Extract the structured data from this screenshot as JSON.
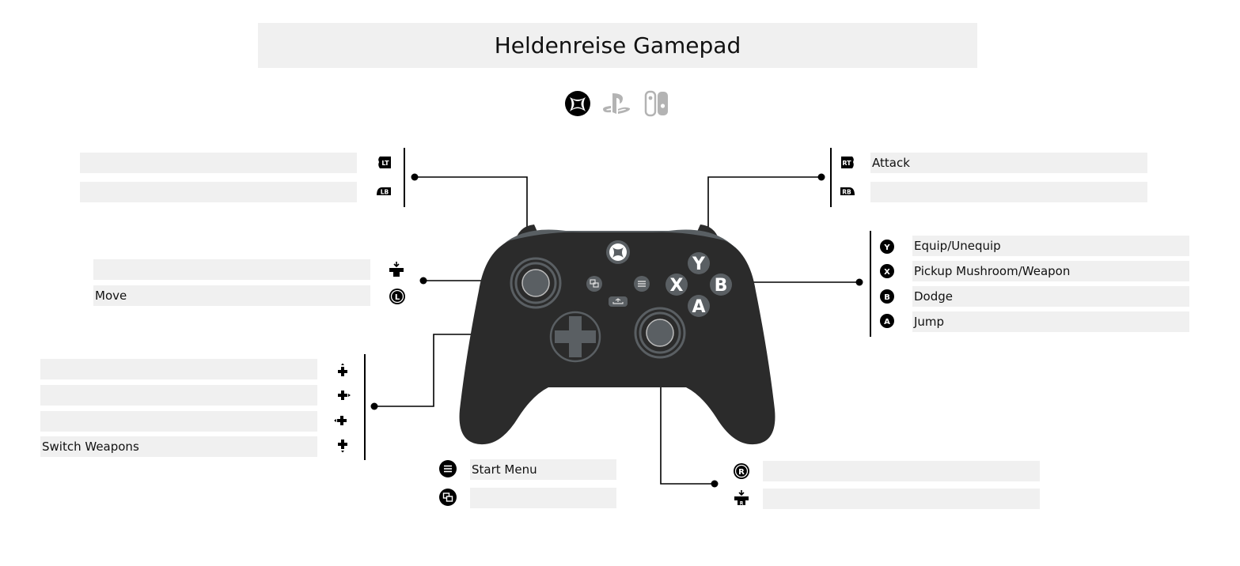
{
  "title": "Heldenreise Gamepad",
  "platforms": [
    {
      "name": "xbox-icon",
      "active": true
    },
    {
      "name": "playstation-icon",
      "active": false
    },
    {
      "name": "switch-icon",
      "active": false
    }
  ],
  "glyphs": {
    "lt": "LT",
    "lb": "LB",
    "rt": "RT",
    "rb": "RB",
    "y": "Y",
    "x": "X",
    "b": "B",
    "a": "A",
    "l": "L",
    "r": "R"
  },
  "bindings": {
    "lt": "",
    "lb": "",
    "rt": "Attack",
    "rb": "",
    "left_stick_press": "",
    "left_stick_move": "Move",
    "y": "Equip/Unequip",
    "x": "Pickup Mushroom/Weapon",
    "b": "Dodge",
    "a": "Jump",
    "dpad_up": "",
    "dpad_right": "",
    "dpad_left": "",
    "dpad_down": "Switch Weapons",
    "menu": "Start Menu",
    "view": "",
    "right_stick_move": "",
    "right_stick_press": ""
  },
  "colors": {
    "field_bg": "#f0f0f0",
    "controller_body": "#2b2b2b",
    "controller_trim": "#595f63",
    "button_gray": "#5a5f63",
    "inactive_icon": "#b3b3b3"
  }
}
